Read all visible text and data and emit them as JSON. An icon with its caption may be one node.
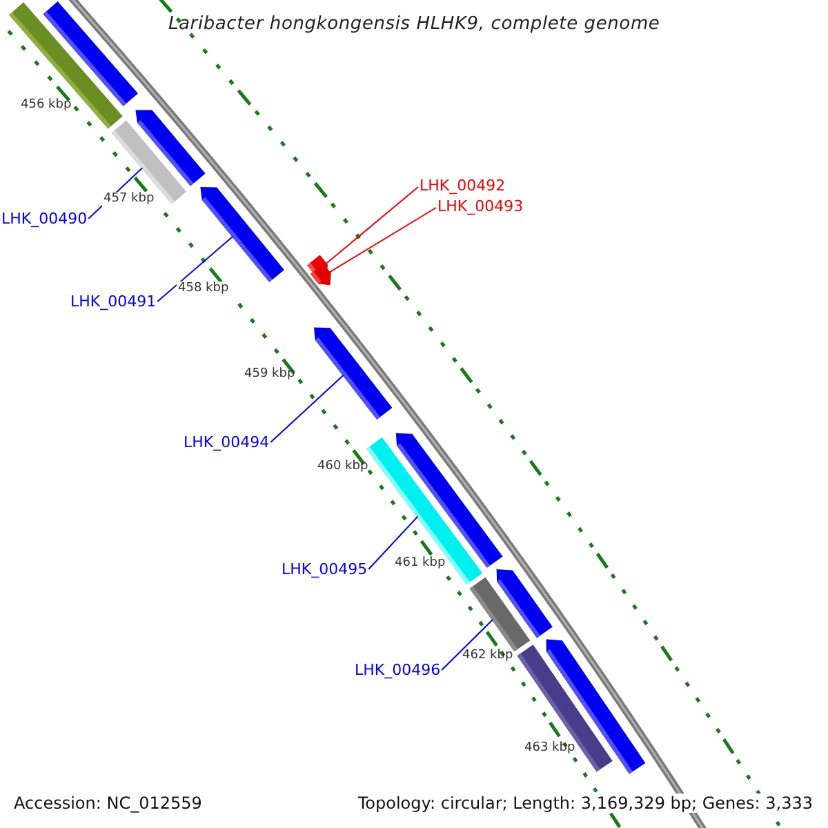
{
  "diagram": {
    "title": "Laribacter hongkongensis HLHK9, complete genome",
    "nodes": [
      {
        "text": [
          "LHK_00490"
        ]
      },
      {
        "text": [
          "LHK_00491"
        ]
      },
      {
        "text": [
          "LHK_00492"
        ]
      },
      {
        "text": [
          "LHK_00493"
        ]
      },
      {
        "text": [
          "LHK_00494"
        ]
      },
      {
        "text": [
          "LHK_00495"
        ]
      },
      {
        "text": [
          "LHK_00496"
        ]
      },
      {
        "text": [],
        "shape": "bar"
      },
      {
        "text": [],
        "shape": "bar"
      },
      {
        "text": [],
        "shape": "bar"
      },
      {
        "text": [],
        "shape": "bar"
      },
      {
        "text": [],
        "shape": "bar"
      },
      {
        "text": [],
        "shape": "bar"
      },
      {
        "text": [],
        "shape": "bar"
      },
      {
        "text": [],
        "shape": "bar"
      },
      {
        "text": [],
        "shape": "bar"
      },
      {
        "text": [],
        "shape": "bar"
      },
      {
        "text": [],
        "shape": "bar"
      },
      {
        "text": [],
        "shape": "bar"
      },
      {
        "text": [],
        "shape": "bar"
      },
      {
        "text": [],
        "shape": "bar"
      }
    ],
    "edges": [
      {
        "from": 0,
        "to": 7,
        "arrow": "none"
      },
      {
        "from": 1,
        "to": 8,
        "arrow": "none"
      },
      {
        "from": 2,
        "to": 9,
        "arrow": "none",
        "color": "#ff0000"
      },
      {
        "from": 3,
        "to": 10,
        "arrow": "none",
        "color": "#ff0000"
      },
      {
        "from": 4,
        "to": 11,
        "arrow": "none"
      },
      {
        "from": 5,
        "to": 12,
        "arrow": "none"
      },
      {
        "from": 6,
        "to": 13,
        "arrow": "none"
      }
    ],
    "labels": [
      "456 kbp",
      "457 kbp",
      "458 kbp",
      "459 kbp",
      "460 kbp",
      "461 kbp",
      "462 kbp",
      "463 kbp",
      "Accession: NC_012559",
      "Topology: circular; Length: 3,169,329 bp; Genes: 3,333"
    ]
  }
}
